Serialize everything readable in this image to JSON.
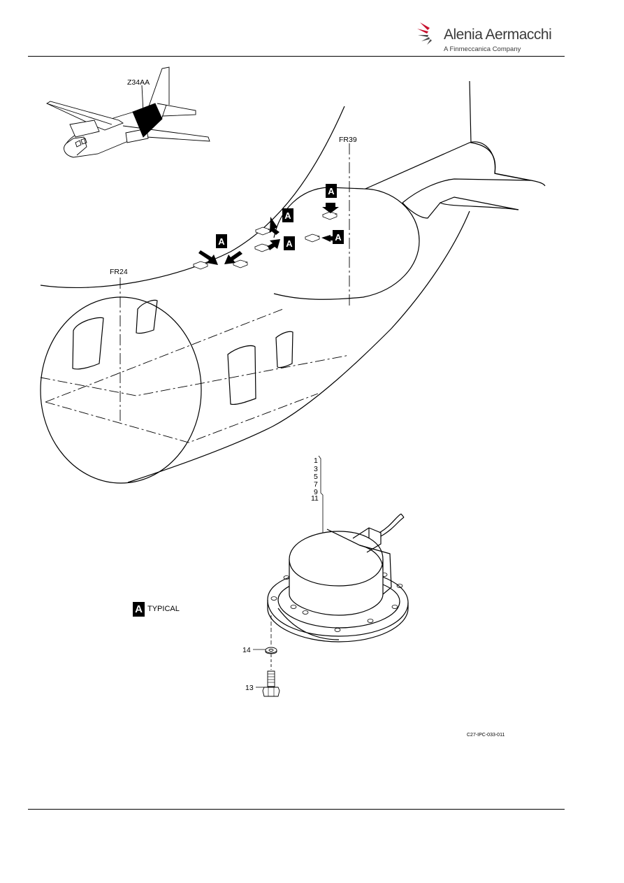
{
  "header": {
    "brand_name": "Alenia Aermacchi",
    "brand_tagline": "A Finmeccanica Company"
  },
  "drawing": {
    "zone_label": "Z34AA",
    "frame_front": "FR24",
    "frame_rear": "FR39",
    "view_letter": "A",
    "typical_label": "TYPICAL",
    "item_numbers_stack": [
      "1",
      "3",
      "5",
      "7",
      "9",
      "11"
    ],
    "item_washer": "14",
    "item_bolt": "13",
    "figure_id": "C27-IPC-033-011"
  }
}
